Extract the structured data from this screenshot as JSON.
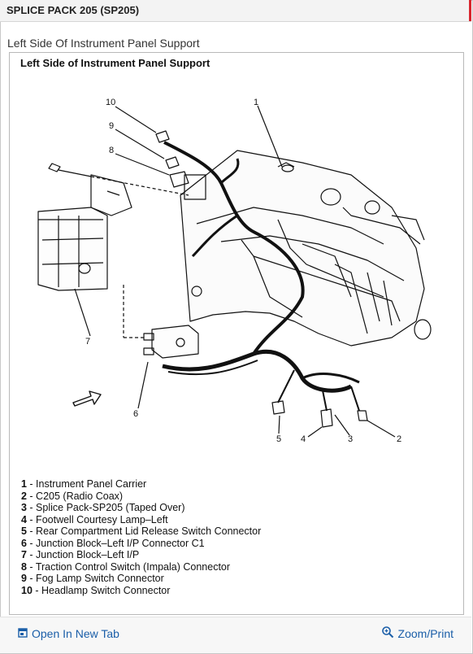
{
  "header": {
    "title": "SPLICE PACK 205 (SP205)"
  },
  "subtitle": "Left Side Of Instrument Panel Support",
  "figure": {
    "title": "Left Side of Instrument Panel Support",
    "callouts": {
      "c1": "1",
      "c2": "2",
      "c3": "3",
      "c4": "4",
      "c5": "5",
      "c6": "6",
      "c7": "7",
      "c8": "8",
      "c9": "9",
      "c10": "10"
    }
  },
  "legend": [
    {
      "num": "1",
      "text": " - Instrument Panel Carrier"
    },
    {
      "num": "2",
      "text": " - C205 (Radio Coax)"
    },
    {
      "num": "3",
      "text": " - Splice Pack-SP205 (Taped Over)"
    },
    {
      "num": "4",
      "text": " - Footwell Courtesy Lamp–Left"
    },
    {
      "num": "5",
      "text": " - Rear Compartment Lid Release Switch Connector"
    },
    {
      "num": "6",
      "text": " - Junction Block–Left I/P Connector C1"
    },
    {
      "num": "7",
      "text": " - Junction Block–Left I/P"
    },
    {
      "num": "8",
      "text": " - Traction Control Switch (Impala) Connector"
    },
    {
      "num": "9",
      "text": " - Fog Lamp Switch Connector"
    },
    {
      "num": "10",
      "text": " - Headlamp Switch Connector"
    }
  ],
  "footer": {
    "open_label": "Open In New Tab",
    "zoom_label": "Zoom/Print",
    "open_icon": "open-in-new-tab-icon",
    "zoom_icon": "magnifier-icon",
    "link_color": "#1a5ea8"
  },
  "colors": {
    "accent": "#d8262e"
  }
}
